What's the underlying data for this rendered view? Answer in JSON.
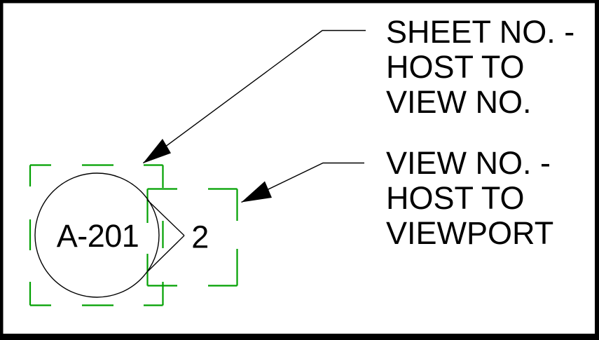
{
  "drawing": {
    "description": "View reference annotation diagram",
    "tag": {
      "sheet_no": "A-201",
      "view_no": "2"
    },
    "callouts": [
      {
        "lines": [
          "SHEET NO. -",
          "HOST TO",
          "VIEW NO."
        ]
      },
      {
        "lines": [
          "VIEW NO. -",
          "HOST TO",
          "VIEWPORT"
        ]
      }
    ],
    "colors": {
      "line": "#000000",
      "selection_box_green": "#00a000",
      "background": "#ffffff"
    }
  }
}
